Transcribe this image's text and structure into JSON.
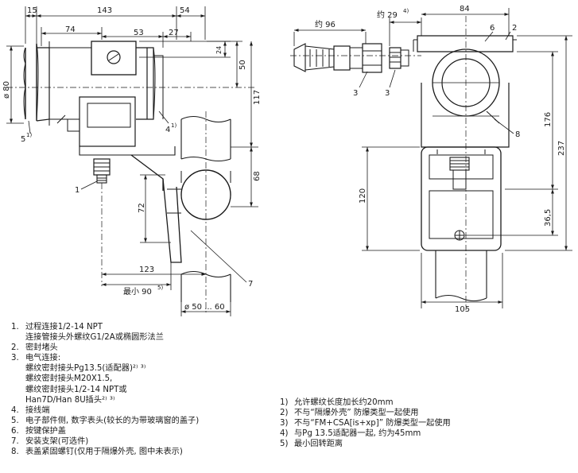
{
  "drawing_left": {
    "dimensions": {
      "d15": "15",
      "d143": "143",
      "d54": "54",
      "d74": "74",
      "d53": "53",
      "d27": "27",
      "d24": "24",
      "d50": "50",
      "d80": "ø 80",
      "d117": "117",
      "d68": "68",
      "d72": "72",
      "d123": "123",
      "d90": "最小 90",
      "d90_sup": "5)",
      "d5060": "ø 50 ... 60"
    },
    "callouts": {
      "c1": "1",
      "c4": "4",
      "c4_sup": "1)",
      "c5": "5",
      "c5_sup": "1)",
      "c7": "7"
    }
  },
  "drawing_right": {
    "dimensions": {
      "d96": "约 96",
      "d29": "约 29",
      "d29_sup": "4)",
      "d84": "84",
      "d176": "176",
      "d237": "237",
      "d120": "120",
      "d365": "36,5",
      "d105": "105"
    },
    "callouts": {
      "c3a": "3",
      "c3b": "3",
      "c6": "6",
      "c2": "2",
      "c8": "8"
    }
  },
  "legend_left": [
    {
      "num": "1.",
      "lines": [
        "过程连接1/2-14 NPT",
        "连接管接头外螺纹G1/2A或椭圆形法兰"
      ]
    },
    {
      "num": "2.",
      "lines": [
        "密封堵头"
      ]
    },
    {
      "num": "3.",
      "lines": [
        "电气连接:",
        "螺纹密封接头Pg13.5(适配器)²⁾ ³⁾",
        "螺纹密封接头M20X1.5,",
        "螺纹密封接头1/2-14 NPT或",
        "Han7D/Han 8U插头²⁾ ³⁾"
      ]
    },
    {
      "num": "4.",
      "lines": [
        "接线端"
      ]
    },
    {
      "num": "5.",
      "lines": [
        "电子部件侧, 数字表头(较长的为带玻璃窗的盖子)"
      ]
    },
    {
      "num": "6.",
      "lines": [
        "按键保护盖"
      ]
    },
    {
      "num": "7.",
      "lines": [
        "安装支架(可选件)"
      ]
    },
    {
      "num": "8.",
      "lines": [
        "表盖紧固螺钉(仅用于隔爆外壳, 图中未表示)"
      ]
    }
  ],
  "legend_right": [
    {
      "num": "1)",
      "text": "允许螺纹长度加长约20mm"
    },
    {
      "num": "2)",
      "text": "不与“隔爆外壳” 防爆类型一起使用"
    },
    {
      "num": "3)",
      "text": "不与“FM+CSA[is+xp]” 防爆类型一起使用"
    },
    {
      "num": "4)",
      "text": "与Pg 13.5适配器一起, 约为45mm"
    },
    {
      "num": "5)",
      "text": "最小回转距离"
    }
  ]
}
